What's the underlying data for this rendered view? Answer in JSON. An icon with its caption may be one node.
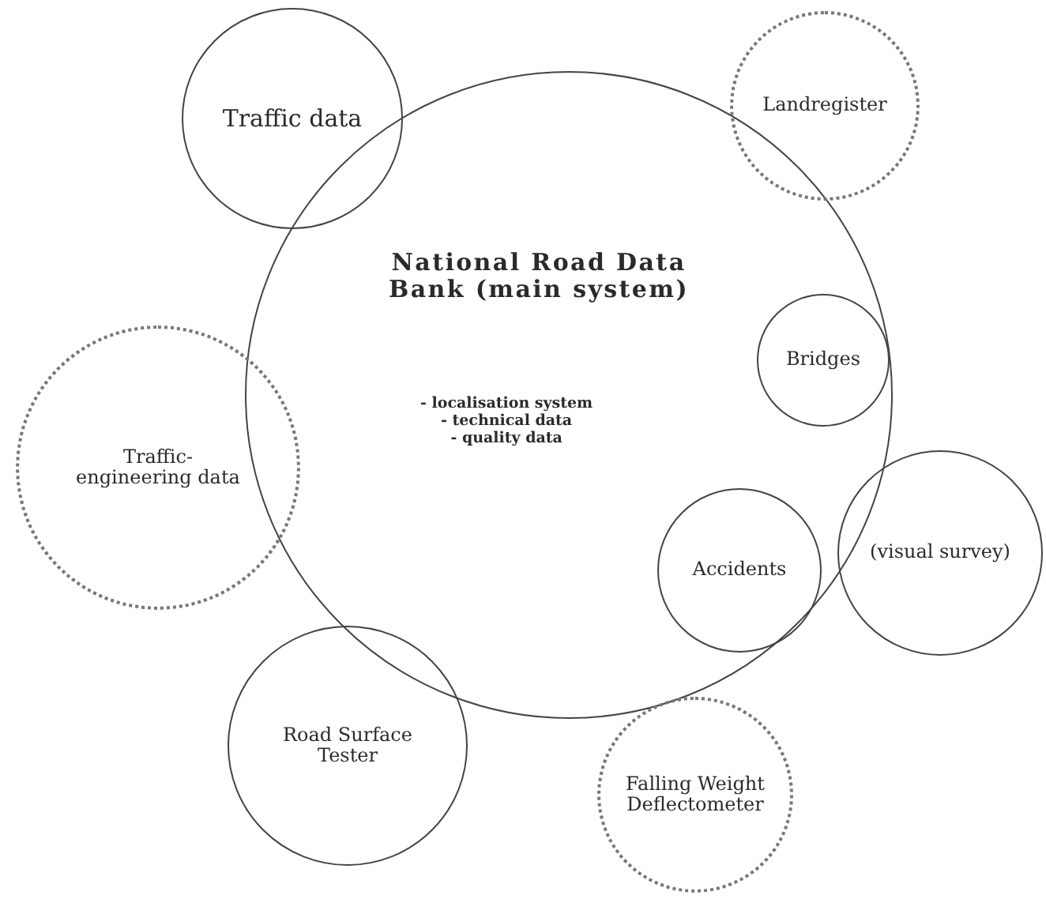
{
  "diagram": {
    "nodes": [
      {
        "text": [
          "National Road Data Bank (main system)",
          "- localisation system",
          "- technical data",
          "- quality data"
        ]
      },
      {
        "text": [
          "Traffic data"
        ]
      },
      {
        "text": [
          "Landregister"
        ]
      },
      {
        "text": [
          "Bridges"
        ],
        "in": 0
      },
      {
        "text": [
          "Traffic-engineering data"
        ]
      },
      {
        "text": [
          "Accidents"
        ],
        "in": 0
      },
      {
        "text": [
          "(visual survey)"
        ]
      },
      {
        "text": [
          "Road Surface Tester"
        ]
      },
      {
        "text": [
          "Falling Weight Deflectometer"
        ]
      }
    ]
  }
}
